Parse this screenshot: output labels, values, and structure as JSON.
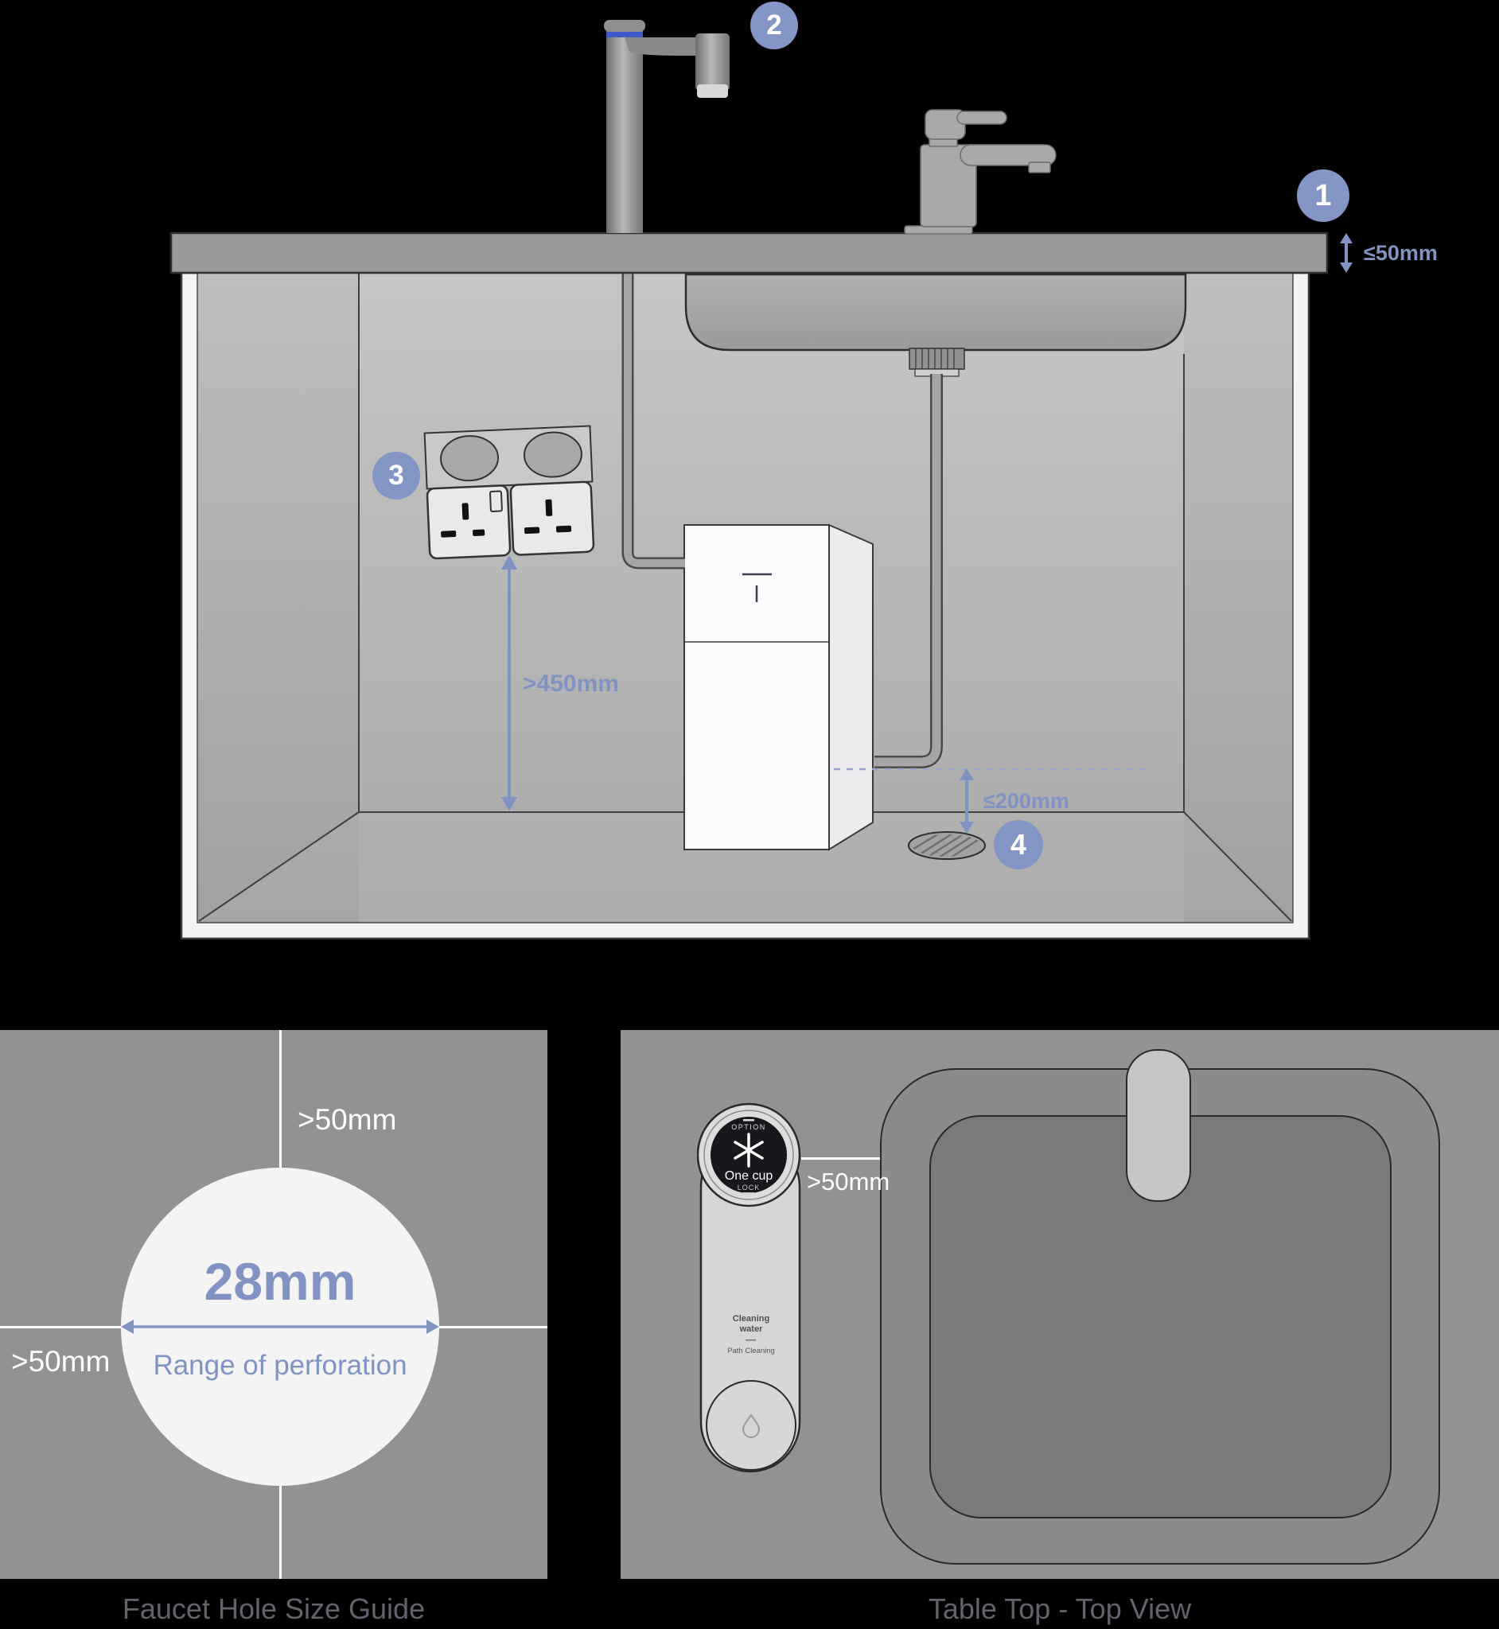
{
  "top": {
    "badge1": "1",
    "badge2": "2",
    "badge3": "3",
    "badge4": "4",
    "counter_thickness": "≤50mm",
    "outlet_height": ">450mm",
    "drain_clearance": "≤200mm"
  },
  "hole_guide": {
    "caption": "Faucet Hole Size Guide",
    "top_margin": ">50mm",
    "side_margin": ">50mm",
    "diameter": "28mm",
    "range_label": "Range of perforation"
  },
  "top_view": {
    "caption": "Table Top - Top View",
    "clearance": ">50mm",
    "dial": {
      "option": "OPTION",
      "one_cup": "One cup",
      "lock": "LOCK"
    },
    "body": {
      "line1": "Cleaning",
      "line2": "water",
      "sub": "Path Cleaning"
    }
  },
  "colors": {
    "accent_badge": "#8496c5",
    "accent_text": "#8093c3",
    "panel_background": "#929292",
    "caption_text": "#61646d",
    "faucet_ring_blue": "#3f57c9",
    "background": "#000000"
  }
}
